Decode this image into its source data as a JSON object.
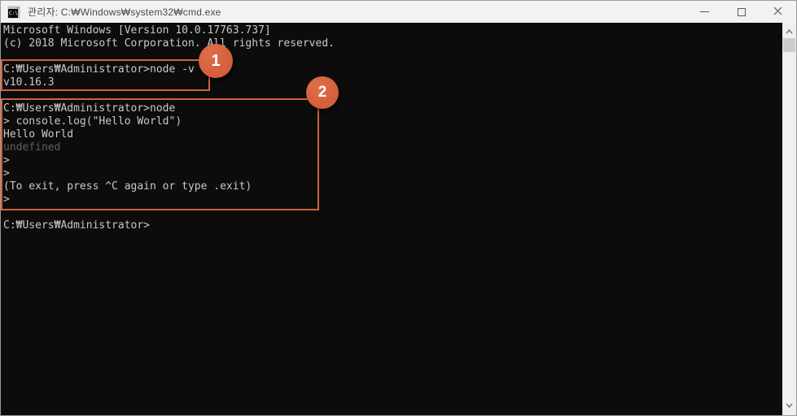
{
  "window": {
    "title": "관리자: C:₩Windows₩system32₩cmd.exe",
    "icons": {
      "app": "cmd-icon",
      "minimize": "minimize-icon",
      "maximize": "maximize-icon",
      "close": "close-icon",
      "scroll_up": "chevron-up-icon",
      "scroll_down": "chevron-down-icon"
    }
  },
  "terminal": {
    "lines": [
      "Microsoft Windows [Version 10.0.17763.737]",
      "(c) 2018 Microsoft Corporation. All rights reserved.",
      "",
      "C:₩Users₩Administrator>node -v",
      "v10.16.3",
      "",
      "C:₩Users₩Administrator>node",
      "> console.log(\"Hello World\")",
      "Hello World",
      "undefined",
      ">",
      ">",
      "(To exit, press ^C again or type .exit)",
      ">",
      "",
      "C:₩Users₩Administrator>"
    ],
    "dim_line_index": 9
  },
  "annotations": {
    "badge1": "1",
    "badge2": "2"
  },
  "colors": {
    "console_bg": "#0c0c0c",
    "console_text": "#c9c9c9",
    "dim_text": "#5e5e5e",
    "titlebar_bg": "#f2f2f2",
    "titlebar_text": "#4a4a4a",
    "annotation_accent": "#cd6340",
    "scrollbar_track": "#f0f0f0",
    "scrollbar_thumb": "#cdcdcd",
    "window_border": "#9b9b9b"
  }
}
